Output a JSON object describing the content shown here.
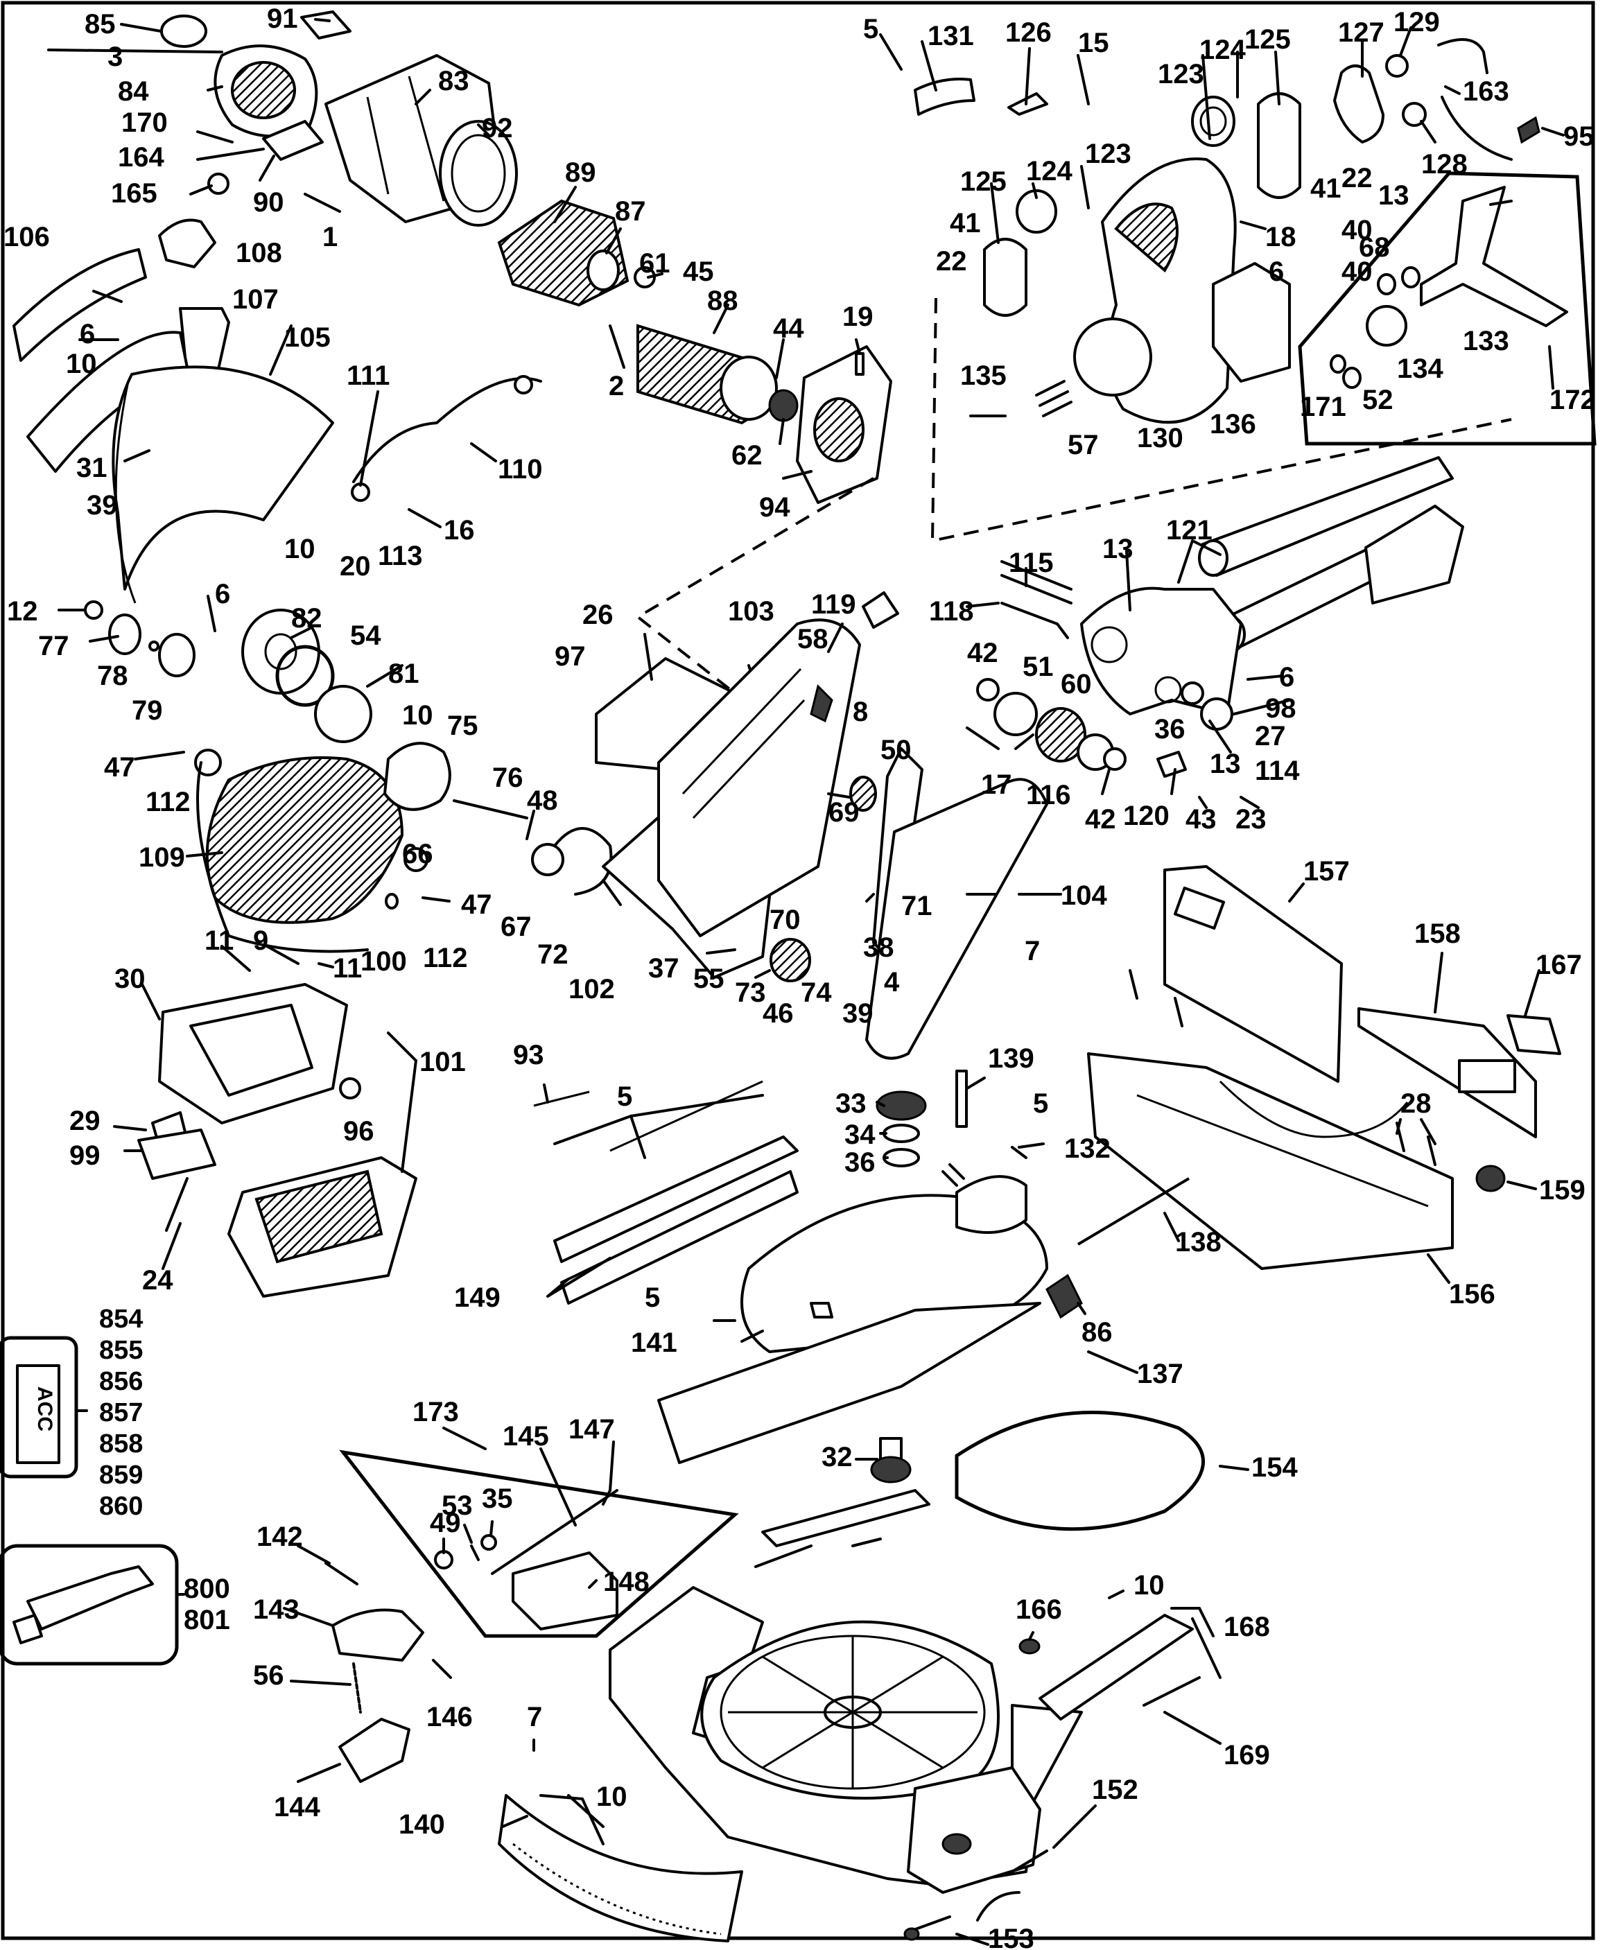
{
  "diagram": {
    "labels": {
      "l85": "85",
      "l91": "91",
      "l3": "3",
      "l84": "84",
      "l83": "83",
      "l170": "170",
      "l164": "164",
      "l165": "165",
      "l90": "90",
      "l1": "1",
      "l92": "92",
      "l89": "89",
      "l87": "87",
      "l61": "61",
      "l45": "45",
      "l88": "88",
      "l44": "44",
      "l19": "19",
      "l2": "2",
      "l62": "62",
      "l94": "94",
      "l106": "106",
      "l108": "108",
      "l107": "107",
      "l105": "105",
      "l6a": "6",
      "l10a": "10",
      "l111": "111",
      "l110": "110",
      "l31": "31",
      "l39a": "39",
      "l10b": "10",
      "l20": "20",
      "l113": "113",
      "l16": "16",
      "l12": "12",
      "l77": "77",
      "l78": "78",
      "l79": "79",
      "l6b": "6",
      "l82": "82",
      "l54": "54",
      "l81": "81",
      "l47a": "47",
      "l112a": "112",
      "l10c": "10",
      "l75": "75",
      "l76": "76",
      "l48": "48",
      "l109": "109",
      "l66": "66",
      "l67": "67",
      "l72": "72",
      "l47b": "47",
      "l100": "100",
      "l112b": "112",
      "l97": "97",
      "l26": "26",
      "l103": "103",
      "l119": "119",
      "l58": "58",
      "l8": "8",
      "l50": "50",
      "l69": "69",
      "l71": "71",
      "l104": "104",
      "l102": "102",
      "l70": "70",
      "l37": "37",
      "l55": "55",
      "l73": "73",
      "l46": "46",
      "l74": "74",
      "l38": "38",
      "l4": "4",
      "l39b": "39",
      "l7a": "7",
      "l5a": "5",
      "l131": "131",
      "l126": "126",
      "l15": "15",
      "l123a": "123",
      "l124a": "124",
      "l125a": "125",
      "l127": "127",
      "l129": "129",
      "l163": "163",
      "l95": "95",
      "l128": "128",
      "l125b": "125",
      "l124b": "124",
      "l123b": "123",
      "l41a": "41",
      "l41b": "41",
      "l22a": "22",
      "l22b": "22",
      "l13a": "13",
      "l18": "18",
      "l6c": "6",
      "l135": "135",
      "l57": "57",
      "l130": "130",
      "l136": "136",
      "l40a": "40",
      "l40b": "40",
      "l68": "68",
      "l133": "133",
      "l134": "134",
      "l171": "171",
      "l52": "52",
      "l172": "172",
      "l115": "115",
      "l13b": "13",
      "l121": "121",
      "l118": "118",
      "l51": "51",
      "l42a": "42",
      "l60": "60",
      "l6d": "6",
      "l98": "98",
      "l36a": "36",
      "l27": "27",
      "l13c": "13",
      "l114": "114",
      "l17": "17",
      "l116": "116",
      "l42b": "42",
      "l120": "120",
      "l43": "43",
      "l23": "23",
      "l157": "157",
      "l158": "158",
      "l167": "167",
      "l28": "28",
      "l159": "159",
      "l156": "156",
      "l30": "30",
      "l11a": "11",
      "l9": "9",
      "l11b": "11",
      "l101": "101",
      "l96": "96",
      "l29": "29",
      "l99": "99",
      "l24": "24",
      "l93": "93",
      "l5b": "5",
      "l149": "149",
      "l33": "33",
      "l34": "34",
      "l36b": "36",
      "l139": "139",
      "l5c": "5",
      "l132": "132",
      "l138": "138",
      "l5d": "5",
      "l141": "141",
      "l86": "86",
      "l137": "137",
      "l854": "854",
      "l855": "855",
      "l856": "856",
      "l857": "857",
      "l858": "858",
      "l859": "859",
      "l860": "860",
      "l800": "800",
      "l801": "801",
      "lacc": "ACC",
      "l173": "173",
      "l145": "145",
      "l147": "147",
      "l49": "49",
      "l53": "53",
      "l35": "35",
      "l148": "148",
      "l142": "142",
      "l143": "143",
      "l56": "56",
      "l146": "146",
      "l144": "144",
      "l32": "32",
      "l154": "154",
      "l166": "166",
      "l10d": "10",
      "l168": "168",
      "l169": "169",
      "l7b": "7",
      "l10e": "10",
      "l140": "140",
      "l152": "152",
      "l153": "153"
    }
  }
}
